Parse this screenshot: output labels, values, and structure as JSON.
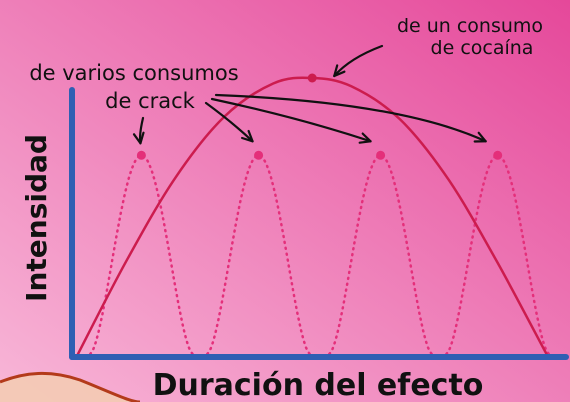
{
  "colors": {
    "bg_start": "#f8b7d8",
    "bg_end": "#e5489a",
    "axis": "#2f5fb3",
    "curve": "#cc1c4e",
    "dots": "#e42f7a",
    "arrow": "#111111",
    "text": "#111111"
  },
  "labels": {
    "cocaina": [
      "de un consumo",
      "de cocaína"
    ],
    "crack": [
      "de varios consumos",
      "de crack"
    ]
  },
  "chart_data": {
    "type": "line",
    "title": "",
    "xlabel": "Duración del efecto",
    "ylabel": "Intensidad",
    "xlim": [
      0,
      1
    ],
    "ylim": [
      0,
      1
    ],
    "grid": false,
    "series": [
      {
        "name": "de un consumo de cocaína",
        "style": "solid",
        "x": [
          0.0,
          0.1,
          0.2,
          0.3,
          0.4,
          0.48,
          0.56,
          0.66,
          0.76,
          0.86,
          0.96
        ],
        "y": [
          0.0,
          0.34,
          0.64,
          0.86,
          0.98,
          1.0,
          0.97,
          0.85,
          0.63,
          0.33,
          0.0
        ]
      },
      {
        "name": "de varios consumos de crack",
        "style": "dotted",
        "peaks_x": [
          0.13,
          0.37,
          0.62,
          0.86
        ],
        "peak_y": 0.72,
        "cycle_width": 0.21
      }
    ]
  }
}
